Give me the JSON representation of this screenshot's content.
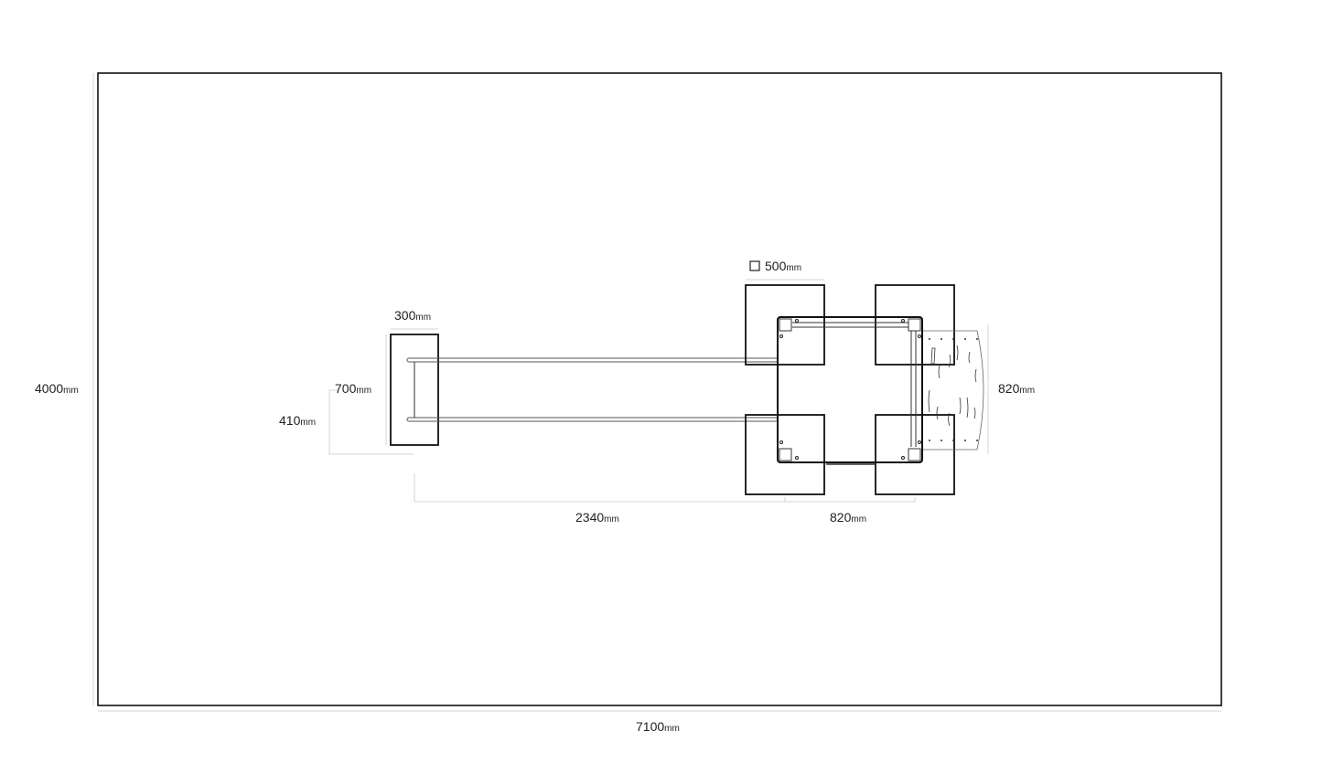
{
  "drawing": {
    "room_width": {
      "value": "7100",
      "unit": "mm"
    },
    "room_depth": {
      "value": "4000",
      "unit": "mm"
    },
    "footrest_width": {
      "value": "300",
      "unit": "mm"
    },
    "footrest_length": {
      "value": "700",
      "unit": "mm"
    },
    "footrest_offset": {
      "value": "410",
      "unit": "mm"
    },
    "pad_size": {
      "value": "500",
      "unit": "mm"
    },
    "rail_length": {
      "value": "2340",
      "unit": "mm"
    },
    "frame_width": {
      "value": "820",
      "unit": "mm"
    },
    "seat_width": {
      "value": "820",
      "unit": "mm"
    }
  }
}
